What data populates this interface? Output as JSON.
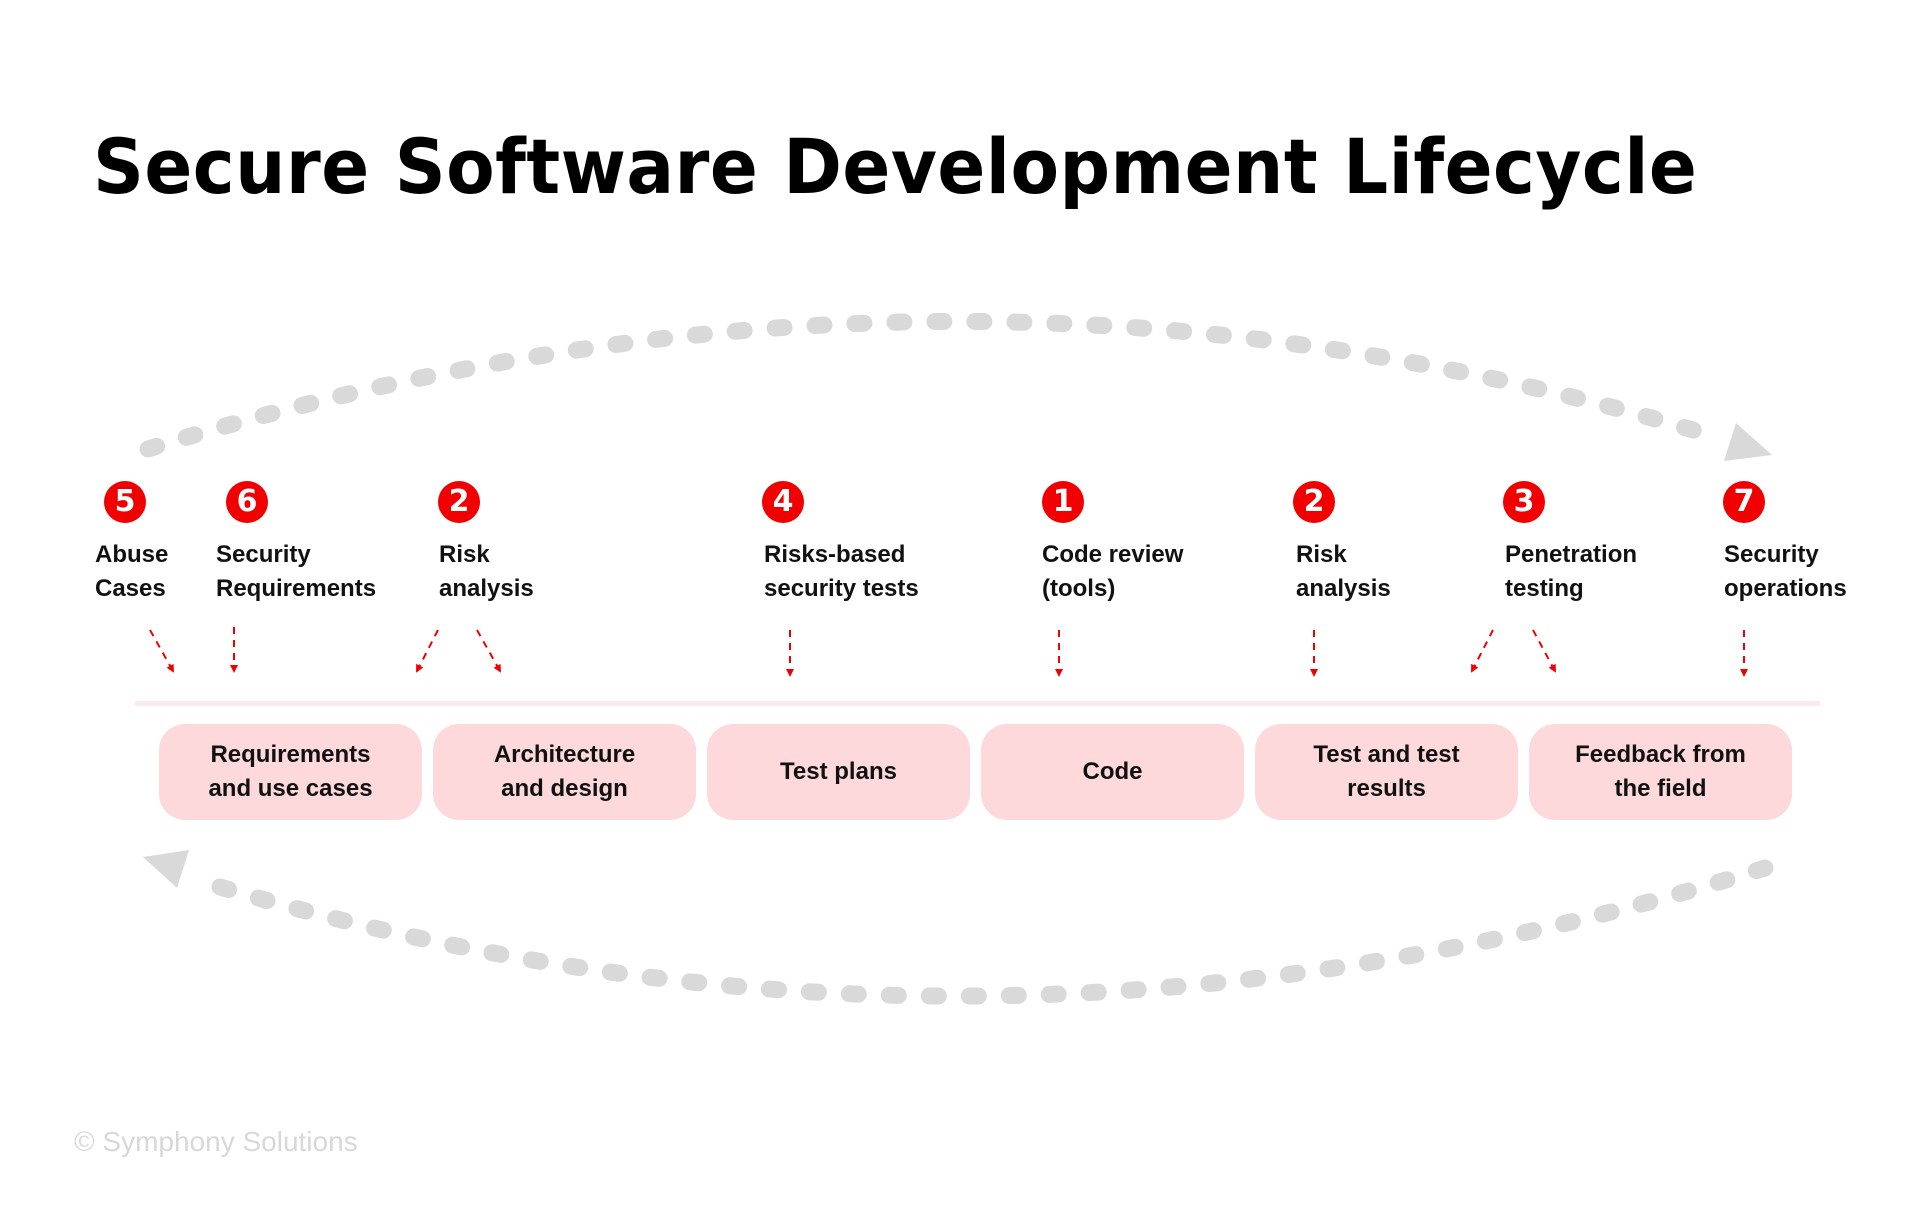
{
  "title": "Secure Software Development Lifecycle",
  "activities": [
    {
      "number": "5",
      "line1": "Abuse",
      "line2": "Cases"
    },
    {
      "number": "6",
      "line1": "Security",
      "line2": "Requirements"
    },
    {
      "number": "2",
      "line1": "Risk",
      "line2": "analysis"
    },
    {
      "number": "4",
      "line1": "Risks-based",
      "line2": "security tests"
    },
    {
      "number": "1",
      "line1": "Code review",
      "line2": "(tools)"
    },
    {
      "number": "2",
      "line1": "Risk",
      "line2": "analysis"
    },
    {
      "number": "3",
      "line1": "Penetration",
      "line2": "testing"
    },
    {
      "number": "7",
      "line1": "Security",
      "line2": "operations"
    }
  ],
  "phases": [
    {
      "line1": "Requirements",
      "line2": "and use cases"
    },
    {
      "line1": "Architecture",
      "line2": "and design"
    },
    {
      "line1": "Test plans",
      "line2": ""
    },
    {
      "line1": "Code",
      "line2": ""
    },
    {
      "line1": "Test and test",
      "line2": "results"
    },
    {
      "line1": "Feedback from",
      "line2": "the field"
    }
  ],
  "watermark": "© Symphony Solutions",
  "colors": {
    "accent": "#f00000",
    "phase_bg": "#fdd9dc",
    "loop": "#d9d9d9",
    "rule": "#fdeaea"
  }
}
